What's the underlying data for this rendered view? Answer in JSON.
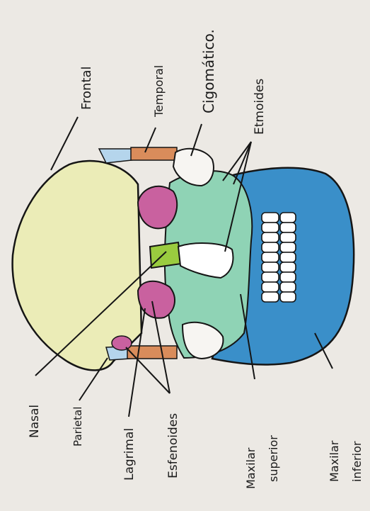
{
  "labels": {
    "frontal": "Frontal",
    "temporal": "Temporal",
    "cigomatico": "Cigomático.",
    "etmoides": "Etmoides",
    "nasal": "Nasal",
    "parietal": "Parietal",
    "lagrimal": "Lagrimal",
    "esfenoides": "Esfenoides",
    "maxilar_superior": [
      "Maxilar",
      "superior"
    ],
    "maxilar_inferior": [
      "Maxilar",
      "inferior"
    ]
  },
  "colors": {
    "paper": "#ece9e4",
    "frontal": "#ebecb7",
    "maxilla": "#8fd3b5",
    "mandible": "#3a8fc9",
    "orbit": "#c9619f",
    "temporal": "#d98c5b",
    "nasal": "#9acc3f",
    "light_blue": "#b5d5ec",
    "outline": "#151515"
  }
}
